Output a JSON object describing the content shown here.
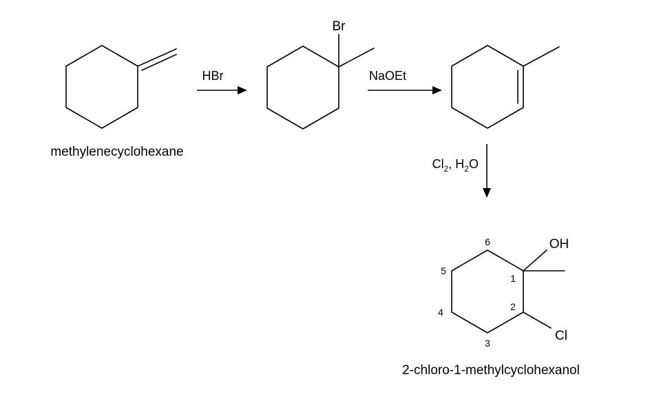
{
  "compounds": {
    "start_name": "methylenecyclohexane",
    "product_name": "2-chloro-1-methylcyclohexanol"
  },
  "atoms": {
    "br": "Br",
    "oh": "OH",
    "cl": "Cl"
  },
  "reagents": {
    "step1": "HBr",
    "step2": "NaOEt",
    "step3_cl": "Cl",
    "step3_cl_sub": "2",
    "step3_sep": ", ",
    "step3_h": "H",
    "step3_h_sub": "2",
    "step3_o": "O"
  },
  "ring_numbers": [
    "1",
    "2",
    "3",
    "4",
    "5",
    "6"
  ]
}
